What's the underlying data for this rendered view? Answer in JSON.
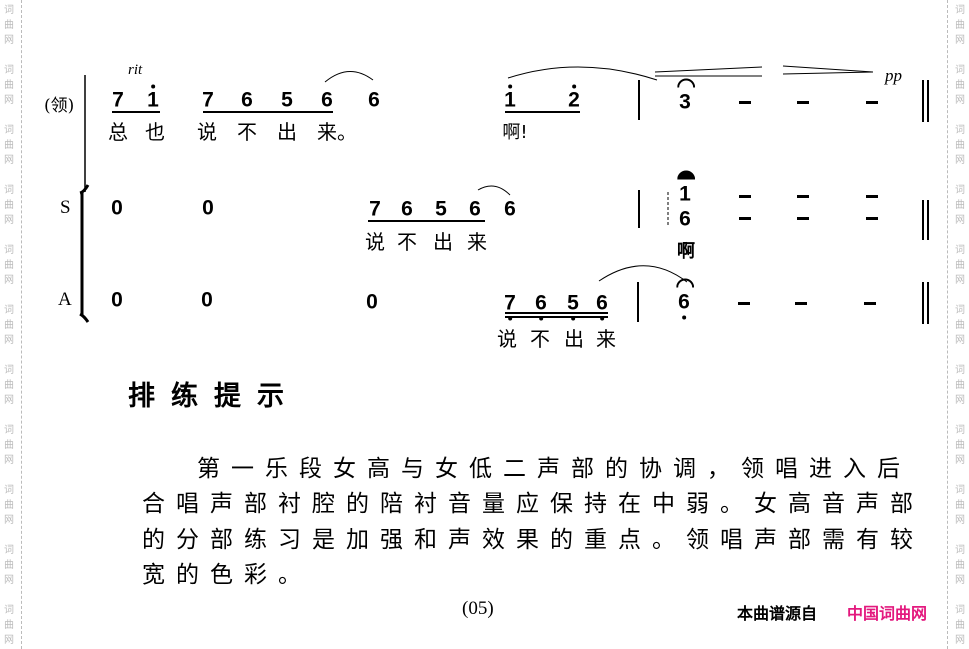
{
  "watermark": "词曲网",
  "score": {
    "tempo_mark": "rit",
    "dynamic": "pp",
    "lead": {
      "label": "(领)",
      "notes": [
        "7",
        "1",
        "7",
        "6",
        "5",
        "6",
        "6",
        "1",
        "2",
        "3"
      ],
      "lyrics": [
        "总",
        "也",
        "说",
        "不",
        "出",
        "来。",
        "啊!"
      ],
      "rests": [
        "-",
        "-",
        "-"
      ]
    },
    "soprano": {
      "label": "S",
      "notes": [
        "0",
        "0",
        "7",
        "6",
        "5",
        "6",
        "6",
        "1",
        "6"
      ],
      "lyrics": [
        "说",
        "不",
        "出",
        "来",
        "啊"
      ],
      "rests": [
        "-",
        "-",
        "-"
      ]
    },
    "alto": {
      "label": "A",
      "notes": [
        "0",
        "0",
        "0",
        "7",
        "6",
        "5",
        "6",
        "6"
      ],
      "lyrics": [
        "说",
        "不",
        "出",
        "来"
      ],
      "rests": [
        "-",
        "-",
        "-"
      ]
    }
  },
  "tips": {
    "heading": "排练提示",
    "lines": [
      "第一乐段女高与女低二声部的协调，领唱进入后",
      "合唱声部衬腔的陪衬音量应保持在中弱。女高音声部",
      "的分部练习是加强和声效果的重点。领唱声部需有较",
      "宽的色彩。"
    ]
  },
  "footer": {
    "page_number": "(05)",
    "source_label": "本曲谱源自",
    "source_site": "中国词曲网",
    "site_color": "#e3197e"
  }
}
